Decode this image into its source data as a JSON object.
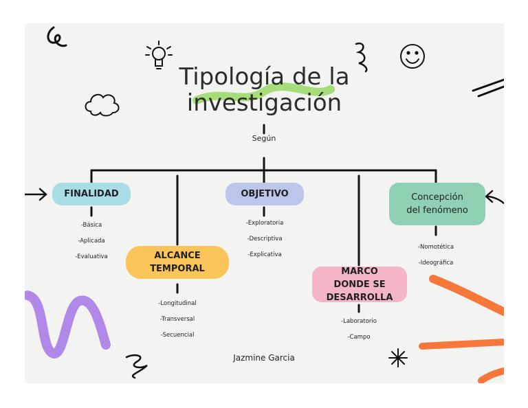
{
  "title": {
    "line1": "Tipología de la",
    "line2": "investigación"
  },
  "subtitle": "Según",
  "categories": [
    {
      "id": "finalidad",
      "label": "FINALIDAD",
      "color": "#a9dde6",
      "items": [
        "-Básica",
        "-Aplicada",
        "-Evaluativa"
      ]
    },
    {
      "id": "alcance",
      "label": "ALCANCE TEMPORAL",
      "color": "#f9c55a",
      "items": [
        "-Longitudinal",
        "-Transversal",
        "-Secuencial"
      ]
    },
    {
      "id": "objetivo",
      "label": "OBJETIVO",
      "color": "#bcc6ea",
      "items": [
        "-Exploratoria",
        "-Descriptiva",
        "-Explicativa"
      ]
    },
    {
      "id": "marco",
      "label": "MARCO DONDE SE DESARROLLA",
      "color": "#f4b6c5",
      "items": [
        "-Laboratorio",
        "-Campo"
      ]
    },
    {
      "id": "concepcion",
      "label": "Concepción del fenómeno",
      "color": "#8fd1b2",
      "items": [
        "-Nomotética",
        "-Ideográfica"
      ]
    }
  ],
  "author": "Jazmine Garcia"
}
